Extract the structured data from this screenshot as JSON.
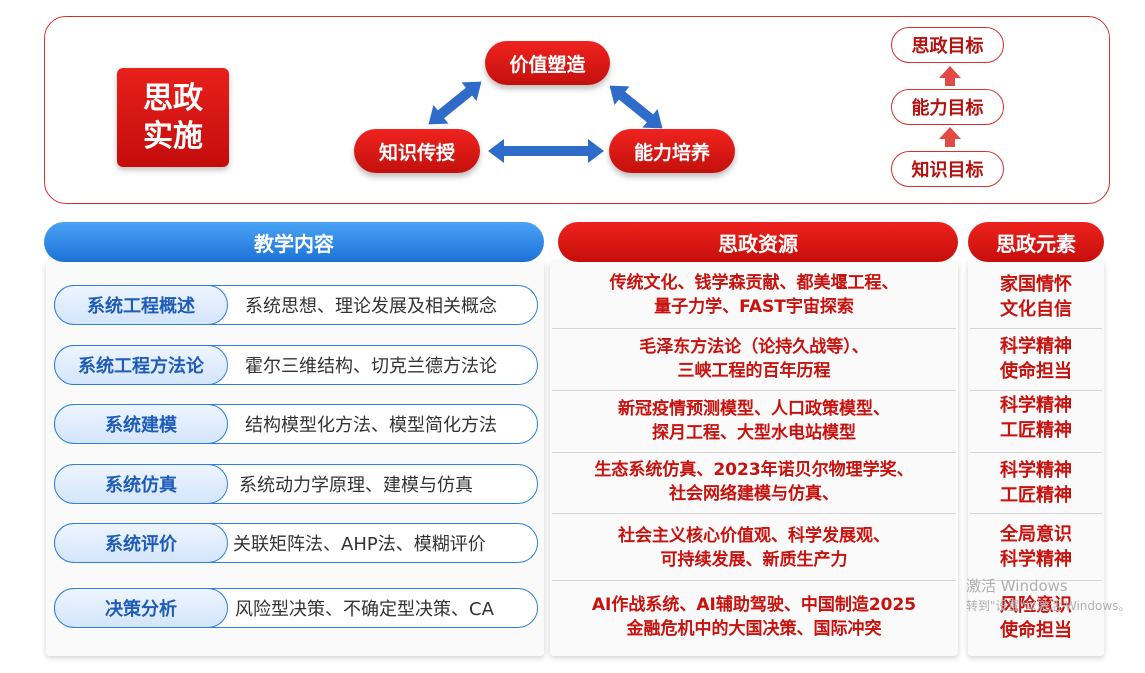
{
  "top": {
    "label_line1": "思政",
    "label_line2": "实施",
    "cycle": {
      "value": "价值塑造",
      "knowledge": "知识传授",
      "ability": "能力培养"
    },
    "goals": [
      "思政目标",
      "能力目标",
      "知识目标"
    ],
    "colors": {
      "red": "#d9302f",
      "blue_arrow": "#2f6cc9",
      "goal_arrow": "#e24a46"
    }
  },
  "headers": {
    "content": "教学内容",
    "resources": "思政资源",
    "elements": "思政元素"
  },
  "rows": [
    {
      "topic": "系统工程概述",
      "content": "系统思想、理论发展及相关概念",
      "resource_lines": [
        "传统文化、钱学森贡献、都美堰工程、",
        "量子力学、FAST宇宙探索"
      ],
      "element_lines": [
        "家国情怀",
        "文化自信"
      ]
    },
    {
      "topic": "系统工程方法论",
      "content": "霍尔三维结构、切克兰德方法论",
      "resource_lines": [
        "毛泽东方法论（论持久战等）、",
        "三峡工程的百年历程"
      ],
      "element_lines": [
        "科学精神",
        "使命担当"
      ]
    },
    {
      "topic": "系统建模",
      "content": "结构模型化方法、模型简化方法",
      "resource_lines": [
        "新冠疫情预测模型、人口政策模型、",
        "探月工程、大型水电站模型"
      ],
      "element_lines": [
        "科学精神",
        "工匠精神"
      ]
    },
    {
      "topic": "系统仿真",
      "content": "系统动力学原理、建模与仿真",
      "resource_lines": [
        "生态系统仿真、2023年诺贝尔物理学奖、",
        "社会网络建模与仿真、"
      ],
      "element_lines": [
        "科学精神",
        "工匠精神"
      ]
    },
    {
      "topic": "系统评价",
      "content": "关联矩阵法、AHP法、模糊评价",
      "resource_lines": [
        "社会主义核心价值观、科学发展观、",
        "可持续发展、新质生产力"
      ],
      "element_lines": [
        "全局意识",
        "科学精神"
      ]
    },
    {
      "topic": "决策分析",
      "content": "风险型决策、不确定型决策、CA",
      "resource_lines": [
        "AI作战系统、AI辅助驾驶、中国制造2025",
        "金融危机中的大国决策、国际冲突"
      ],
      "element_lines": [
        "风险意识",
        "使命担当"
      ]
    }
  ],
  "watermark": {
    "line1": "激活 Windows",
    "line2": "转到\"设置\"以激活 Windows。"
  }
}
